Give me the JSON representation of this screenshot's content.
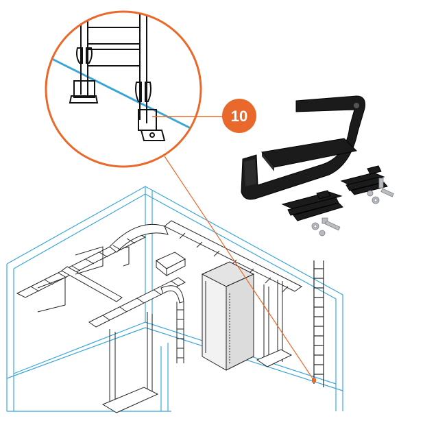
{
  "callout": {
    "number": "10",
    "color": "#E8692B"
  },
  "colors": {
    "room_outline": "#3AA6D9",
    "floor_line": "#3AA6D9",
    "hardware_black": "#1b1b1b",
    "line_art": "#222222",
    "fastener_gray": "#b9bcc0"
  },
  "parts": {
    "bracket": "L-bracket",
    "plate": "flat-plate",
    "clamps": "clamp-set",
    "fasteners": "bolts-nuts-washers"
  }
}
